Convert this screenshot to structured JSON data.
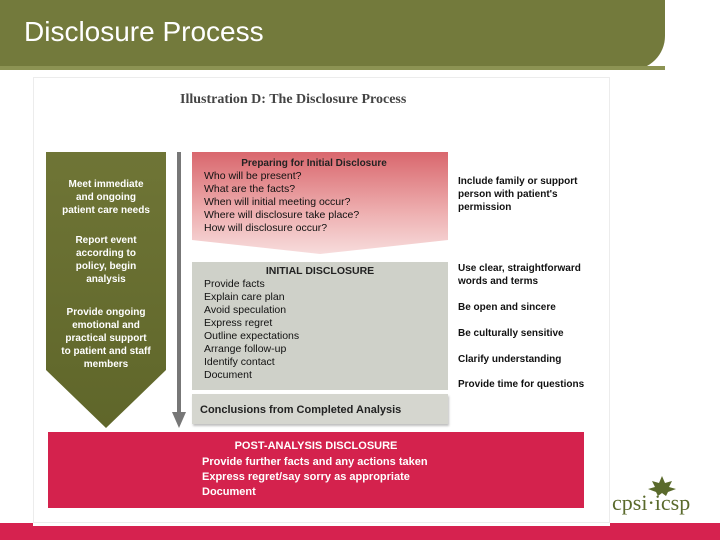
{
  "slide": {
    "title": "Disclosure Process"
  },
  "illustration": {
    "title": "Illustration D: The Disclosure Process",
    "left_arrow": [
      {
        "lines": [
          "Meet immediate",
          "and ongoing",
          "patient care needs"
        ]
      },
      {
        "lines": [
          "Report event",
          "according to",
          "policy, begin",
          "analysis"
        ]
      },
      {
        "lines": [
          "Provide ongoing",
          "emotional and",
          "practical support",
          "to patient and staff",
          "members"
        ]
      }
    ],
    "preparing": {
      "title": "Preparing for Initial Disclosure",
      "items": [
        "Who will be present?",
        "What are the facts?",
        "When will initial meeting occur?",
        "Where will disclosure take place?",
        "How will disclosure occur?"
      ]
    },
    "initial": {
      "title": "INITIAL DISCLOSURE",
      "items": [
        "Provide facts",
        "Explain care plan",
        "Avoid speculation",
        "Express regret",
        "Outline expectations",
        "Arrange follow-up",
        "Identify contact",
        "Document"
      ]
    },
    "conclusions": {
      "label": "Conclusions from Completed Analysis"
    },
    "right_notes": [
      {
        "lines": [
          "Include family or support",
          "person with patient's",
          "permission"
        ]
      },
      {
        "lines": [
          "Use clear, straightforward",
          "words and terms"
        ]
      },
      {
        "lines": [
          "Be open and sincere"
        ]
      },
      {
        "lines": [
          "Be culturally sensitive"
        ]
      },
      {
        "lines": [
          "Clarify understanding"
        ]
      },
      {
        "lines": [
          "Provide time for questions"
        ]
      }
    ],
    "post_analysis": {
      "title": "POST-ANALYSIS DISCLOSURE",
      "items": [
        "Provide further facts and any actions taken",
        "Express regret/say sorry as appropriate",
        "Document"
      ]
    }
  },
  "logo": {
    "text": "cpsi·icsp",
    "icon": "maple-leaf-icon"
  },
  "colors": {
    "header": "#737a3c",
    "left_arrow": "#6c7232",
    "prep_top": "#d96b70",
    "post_box": "#d4224d",
    "initial_box": "#cfd1c9"
  }
}
